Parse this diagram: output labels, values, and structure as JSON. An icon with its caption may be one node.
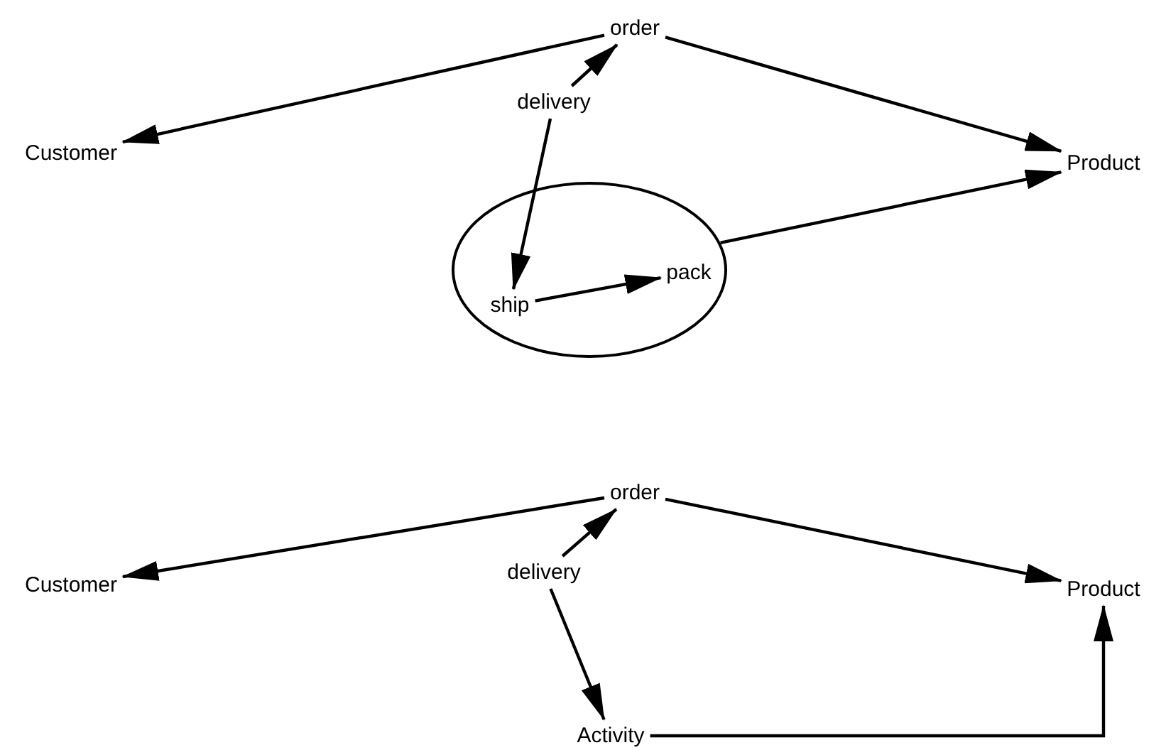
{
  "diagram": {
    "nodes": [
      {
        "text": [
          "order"
        ]
      },
      {
        "text": [
          "Customer"
        ]
      },
      {
        "text": [
          "delivery"
        ]
      },
      {
        "text": [
          "Product"
        ]
      },
      {
        "text": [],
        "shape": "circle"
      },
      {
        "text": [
          "ship"
        ],
        "in": 4
      },
      {
        "text": [
          "pack"
        ],
        "in": 4
      },
      {
        "text": [
          "order"
        ]
      },
      {
        "text": [
          "Customer"
        ]
      },
      {
        "text": [
          "delivery"
        ]
      },
      {
        "text": [
          "Product"
        ]
      },
      {
        "text": [
          "Activity"
        ]
      }
    ],
    "edges": [
      {
        "from": 0,
        "to": 1,
        "arrow": "to"
      },
      {
        "from": 0,
        "to": 3,
        "arrow": "to"
      },
      {
        "from": 2,
        "to": 0,
        "arrow": "to"
      },
      {
        "from": 2,
        "to": 5,
        "arrow": "to"
      },
      {
        "from": 5,
        "to": 6,
        "arrow": "to"
      },
      {
        "from": 4,
        "to": 3,
        "arrow": "to"
      },
      {
        "from": 7,
        "to": 8,
        "arrow": "to"
      },
      {
        "from": 7,
        "to": 10,
        "arrow": "to"
      },
      {
        "from": 9,
        "to": 7,
        "arrow": "to"
      },
      {
        "from": 9,
        "to": 11,
        "arrow": "to"
      },
      {
        "from": 11,
        "to": 10,
        "arrow": "to"
      }
    ]
  }
}
